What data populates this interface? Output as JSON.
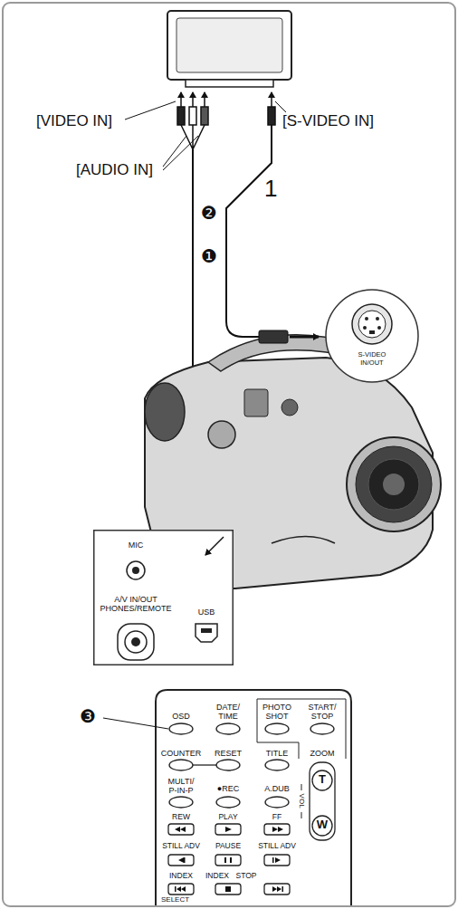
{
  "diagram": {
    "nodes": [
      {
        "text": [
          "S-VIDEO IN/OUT"
        ]
      },
      {
        "text": [
          "MIC",
          "A/V IN/OUT PHONES/REMOTE",
          "USB"
        ]
      }
    ],
    "labels": [
      "[VIDEO IN]",
      "[S-VIDEO IN]",
      "[AUDIO IN]",
      "❷",
      "1",
      "❶",
      "❸",
      "OSD",
      "DATE/ TIME",
      "PHOTO SHOT",
      "START/ STOP",
      "COUNTER",
      "RESET",
      "TITLE",
      "ZOOM",
      "MULTI/ P-IN-P",
      "●REC",
      "A.DUB",
      "T",
      "W",
      "VOL",
      "REW",
      "PLAY",
      "FF",
      "STILL ADV",
      "PAUSE",
      "STILL ADV",
      "INDEX",
      "INDEX",
      "STOP",
      "SELECT"
    ]
  }
}
